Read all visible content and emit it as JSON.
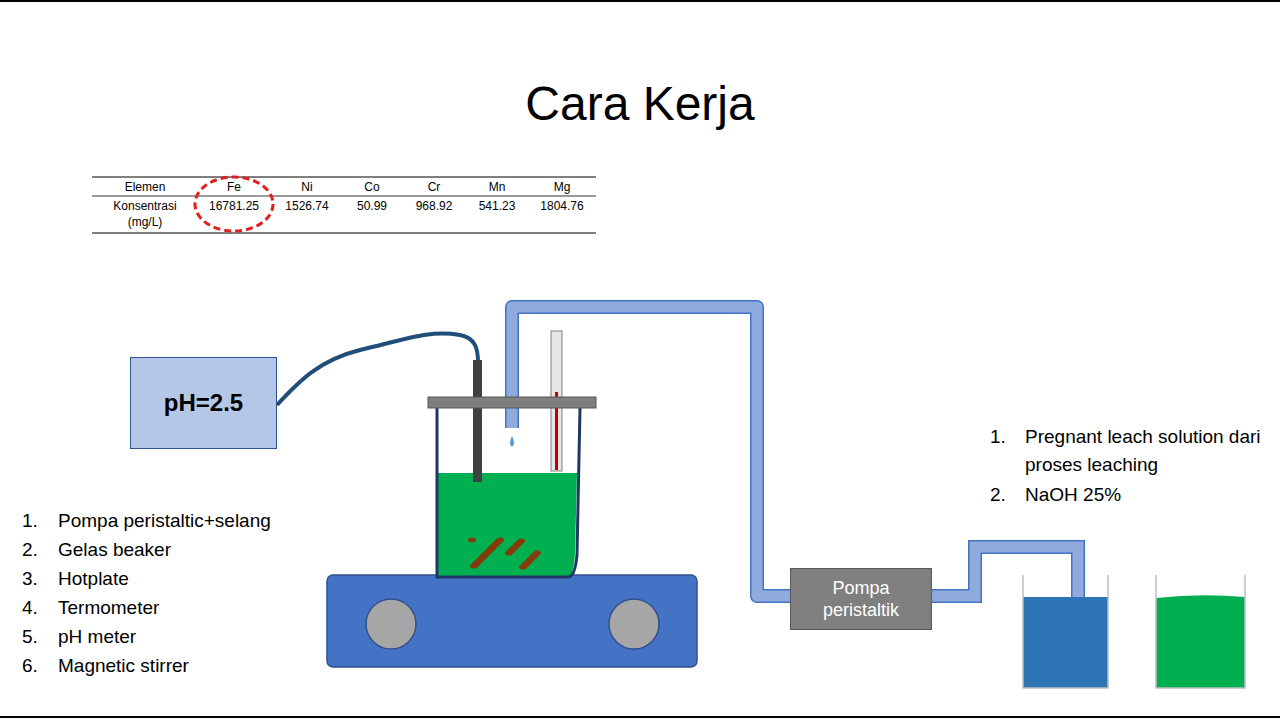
{
  "diagram": {
    "title": "Cara Kerja",
    "nodes": [
      {
        "text": [
          "pH=2.5"
        ]
      },
      {
        "text": [
          "Pompa peristaltik"
        ]
      }
    ],
    "labels": [
      "Elemen",
      "Fe",
      "Ni",
      "Co",
      "Cr",
      "Mn",
      "Mg",
      "Konsentrasi (mg/L)",
      "16781.25",
      "1526.74",
      "50.99",
      "968.92",
      "541.23",
      "1804.76",
      "1.",
      "Pompa peristaltic+selang",
      "2.",
      "Gelas beaker",
      "3.",
      "Hotplate",
      "4.",
      "Termometer",
      "5.",
      "pH meter",
      "6.",
      "Magnetic stirrer",
      "1.",
      "Pregnant leach solution dari proses leaching",
      "2.",
      "NaOH 25%"
    ]
  }
}
